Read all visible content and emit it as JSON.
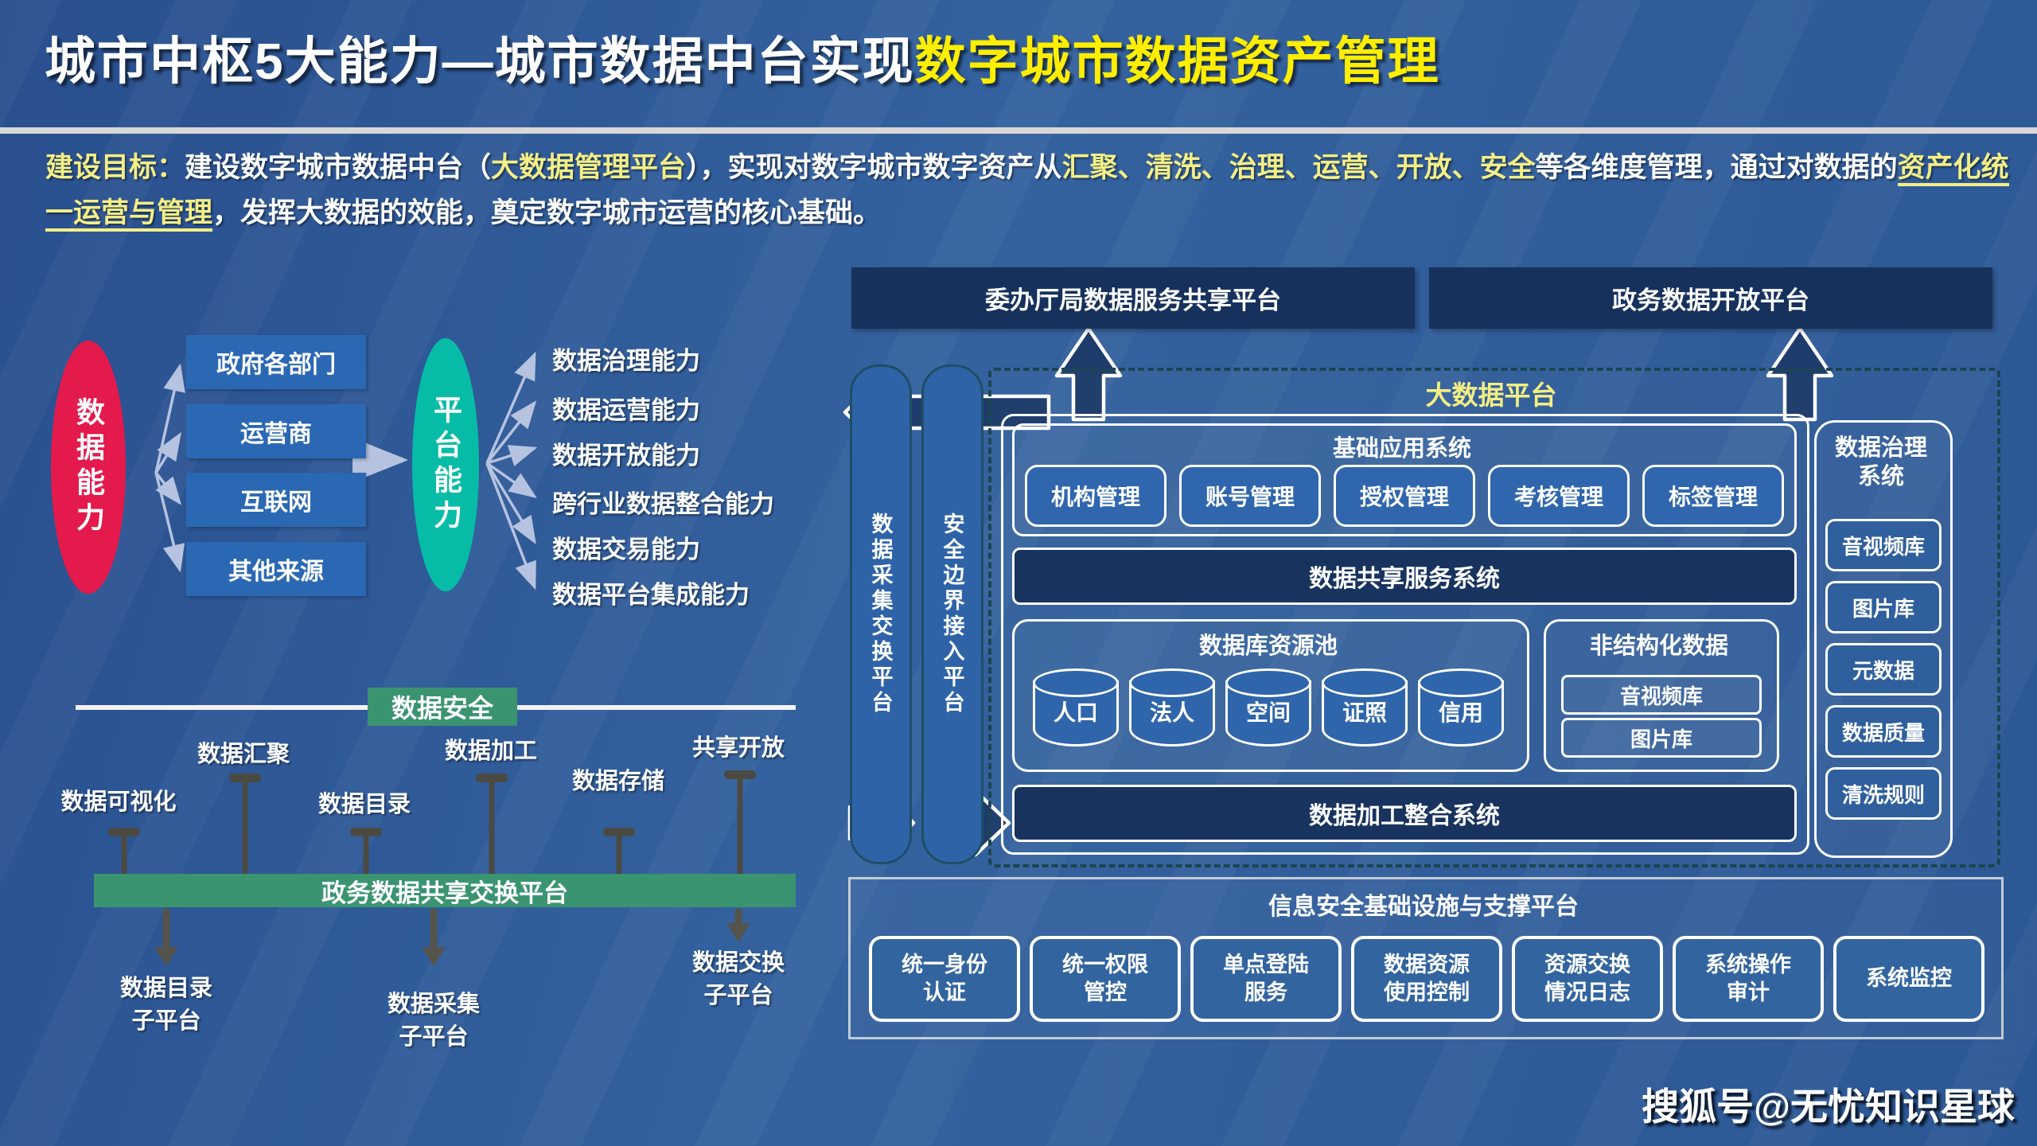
{
  "header": {
    "title_white": "城市中枢5大能力—城市数据中台实现",
    "title_yellow": "数字城市数据资产管理"
  },
  "objective": {
    "segments": [
      {
        "text": "建设目标：",
        "color": "yellow"
      },
      {
        "text": "建设数字城市数据中台（",
        "color": "white"
      },
      {
        "text": "大数据管理平台",
        "color": "yellow"
      },
      {
        "text": "），实现对数字城市数字资产从",
        "color": "white"
      },
      {
        "text": "汇聚、清洗、治理、运营、开放、安全",
        "color": "yellow"
      },
      {
        "text": "等各维度管理，通过对数据的",
        "color": "white"
      },
      {
        "text": "资产化统一运营与管理",
        "color": "yellow-underline"
      },
      {
        "text": "，发挥大数据的效能，奠定数字城市运营的核心基础。",
        "color": "white"
      }
    ]
  },
  "capability_flow": {
    "source_node": "数据能力",
    "sources": [
      "政府各部门",
      "运营商",
      "互联网",
      "其他来源"
    ],
    "platform_node": "平台能力",
    "capabilities": [
      "数据治理能力",
      "数据运营能力",
      "数据开放能力",
      "跨行业数据整合能力",
      "数据交易能力",
      "数据平台集成能力"
    ]
  },
  "exchange_flow": {
    "security_label": "数据安全",
    "functions": [
      {
        "label": "数据可视化"
      },
      {
        "label": "数据汇聚"
      },
      {
        "label": "数据目录"
      },
      {
        "label": "数据加工"
      },
      {
        "label": "数据存储"
      },
      {
        "label": "共享开放"
      }
    ],
    "platform_bar": "政务数据共享交换平台",
    "sub_platforms": [
      "数据目录\n子平台",
      "数据采集\n子平台",
      "数据交换\n子平台"
    ]
  },
  "architecture": {
    "top_platforms": [
      "委办厅局数据服务共享平台",
      "政务数据开放平台"
    ],
    "side_bars": [
      "数据采集交换平台",
      "安全边界接入平台"
    ],
    "bigdata": {
      "title": "大数据平台",
      "base_app": {
        "title": "基础应用系统",
        "items": [
          "机构管理",
          "账号管理",
          "授权管理",
          "考核管理",
          "标签管理"
        ]
      },
      "share_service": "数据共享服务系统",
      "db_pool": {
        "title": "数据库资源池",
        "cylinders": [
          "人口",
          "法人",
          "空间",
          "证照",
          "信用"
        ]
      },
      "unstructured": {
        "title": "非结构化数据",
        "items": [
          "音视频库",
          "图片库"
        ]
      },
      "process_system": "数据加工整合系统",
      "governance": {
        "title": "数据治理\n系统",
        "items": [
          "音视频库",
          "图片库",
          "元数据",
          "数据质量",
          "清洗规则"
        ]
      }
    },
    "security_platform": {
      "title": "信息安全基础设施与支撑平台",
      "items": [
        "统一身份\n认证",
        "统一权限\n管控",
        "单点登陆\n服务",
        "数据资源\n使用控制",
        "资源交换\n情况日志",
        "系统操作\n审计",
        "系统监控"
      ]
    }
  },
  "watermark": {
    "text": "搜狐号@无忧知识星球"
  },
  "colors": {
    "accent_yellow": "#ffee00",
    "soft_yellow": "#f3ef86",
    "red_node": "#e41a4c",
    "teal_node": "#07bca6",
    "green_bar": "#3a9470",
    "navy": "#16315c",
    "box_blue": "#2b68b4"
  }
}
